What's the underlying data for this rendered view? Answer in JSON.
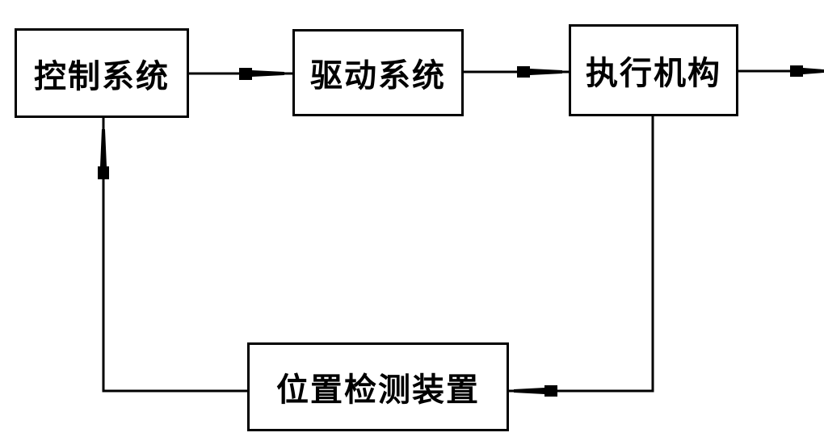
{
  "blocks": {
    "control": "控制系统",
    "drive": "驱动系统",
    "actuator": "执行机构",
    "position_detection": "位置检测装置"
  },
  "colors": {
    "line": "#000000",
    "background": "#ffffff"
  }
}
